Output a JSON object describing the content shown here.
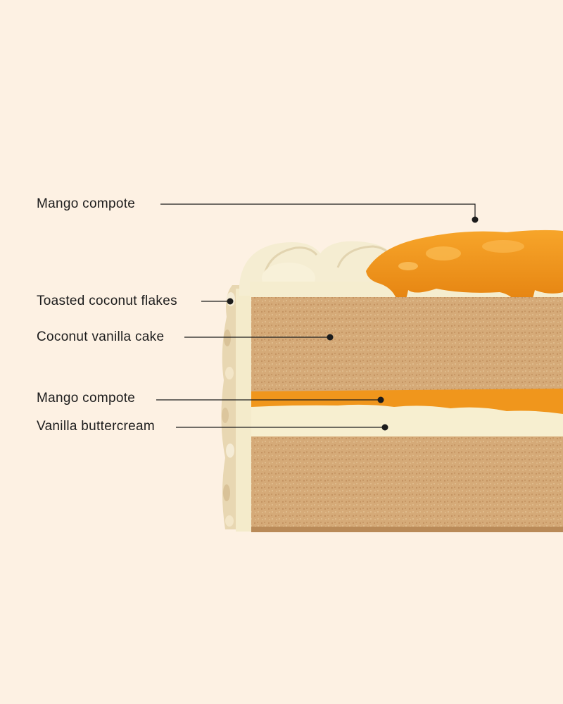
{
  "diagram": {
    "callouts": [
      {
        "label": "Mango compote"
      },
      {
        "label": "Toasted coconut flakes"
      },
      {
        "label": "Coconut vanilla cake"
      },
      {
        "label": "Mango compote"
      },
      {
        "label": "Vanilla buttercream"
      }
    ]
  },
  "colors": {
    "background": "#fdf1e3",
    "cake_sponge": "#d7ad7c",
    "buttercream": "#f7efcf",
    "mango": "#f29a1e",
    "callout_line": "#1c1c1c"
  }
}
